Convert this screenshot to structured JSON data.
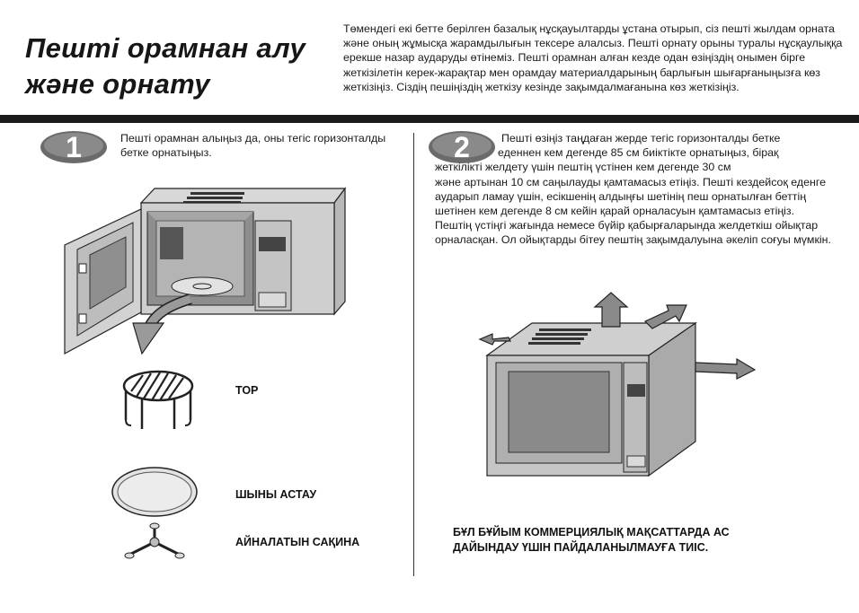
{
  "title": {
    "line1": "Пешті орамнан алу",
    "line2": "және орнату"
  },
  "intro_text": "Төмендегі екі бетте берілген базалық нұсқауылтарды ұстана отырып, сіз пешті жылдам орната және оның жұмысқа жарамдылығын тексере алалсыз. Пешті орнату орыны туралы нұсқаулыққа ерекше назар аударуды өтінеміз. Пешті орамнан алған кезде одан өзіңіздің онымен бірге жеткізілетін керек-жарақтар мен орамдау материалдарының барлығын шығарғаныңызға көз жеткізіңіз. Сіздің пешіңіздің жеткізу кезінде зақымдалмағанына көз жеткізіңіз.",
  "step1": {
    "number": "1",
    "text": "Пешті орамнан алыңыз да, оны тегіс горизонталды бетке орнатыңыз."
  },
  "step2": {
    "number": "2",
    "line1": "Пешті өзіңіз таңдаған жерде тегіс горизонталды бетке",
    "line2": "еденнен кем дегенде 85 см биіктікте орнатыңыз, бірақ",
    "line3": "жеткілікті желдету үшін пештің үстінен кем дегенде 30 см",
    "rest": "және артынан 10 см саңылауды қамтамасыз етіңіз. Пешті кездейсоқ еденге аударып ламау үшін, есікшенің алдыңғы шетінің пеш орнатылған беттің шетінен кем дегенде 8 см кейін қарай орналасуын қамтамасыз етіңіз.",
    "rest2": "Пештің үстіңгі жағында немесе бүйір қабырғаларында желдеткіш ойықтар орналасқан. Ол ойықтарды бітеу пештің зақымдалуына әкеліп соғуы мүмкін."
  },
  "accessories": {
    "rack": "ТОР",
    "glass_tray": "ШЫНЫ АСТАУ",
    "rotating_ring": "АЙНАЛАТЫН САҚИНА"
  },
  "warning": {
    "line1": "БҰЛ БҰЙЫМ КОММЕРЦИЯЛЫҚ МАҚСАТТАРДА АС",
    "line2": "ДАЙЫНДАУ ҮШІН ПАЙДАЛАНЫЛМАУҒА ТИІС."
  }
}
